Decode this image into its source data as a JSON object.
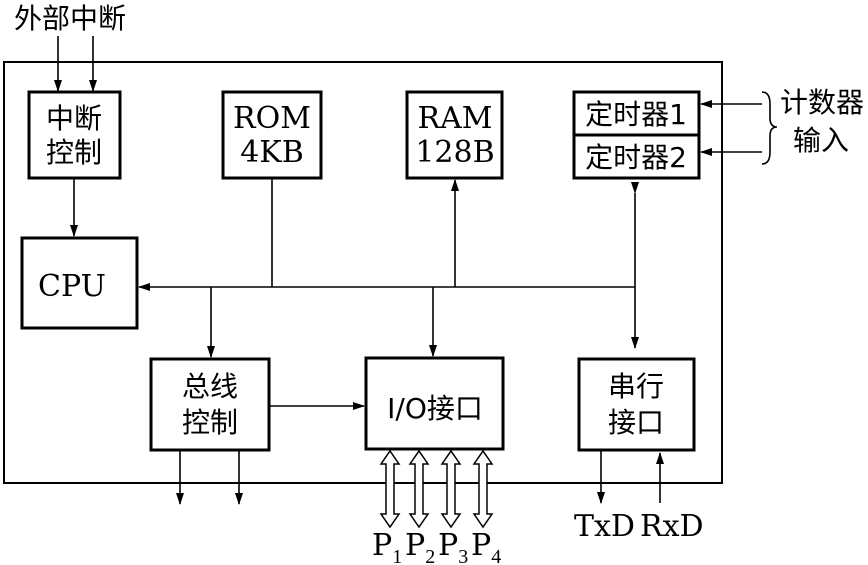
{
  "external_interrupt": "外部中断",
  "blocks": {
    "interrupt_control": [
      "中断",
      "控制"
    ],
    "rom": [
      "ROM",
      "4KB"
    ],
    "ram": [
      "RAM",
      "128B"
    ],
    "timer1": "定时器1",
    "timer2": "定时器2",
    "cpu": "CPU",
    "bus_control": [
      "总线",
      "控制"
    ],
    "io_port": "I/O接口",
    "serial_port": [
      "串行",
      "接口"
    ]
  },
  "counter_input": [
    "计数器",
    "输入"
  ],
  "ports": [
    {
      "letter": "P",
      "index": "1"
    },
    {
      "letter": "P",
      "index": "2"
    },
    {
      "letter": "P",
      "index": "3"
    },
    {
      "letter": "P",
      "index": "4"
    }
  ],
  "serial_pins": {
    "txd": "TxD",
    "rxd": "RxD"
  }
}
